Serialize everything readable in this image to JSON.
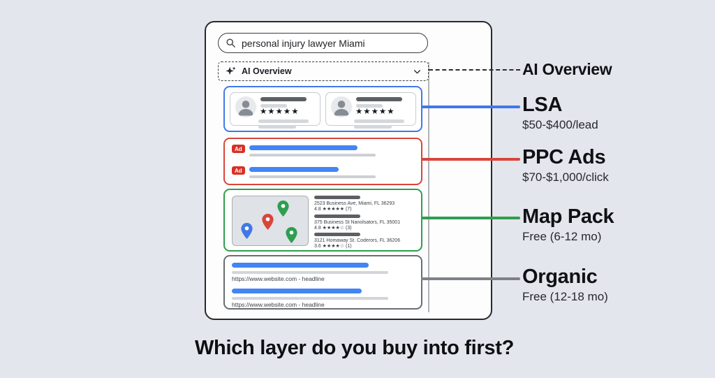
{
  "colors": {
    "background": "#e4e6ed",
    "card_border": "#27292c",
    "lsa_blue": "#4178e8",
    "ppc_red": "#d8453c",
    "map_green": "#2f9e4f",
    "organic_gray": "#6a6d71",
    "link_blue": "#4285f4",
    "ad_badge_red": "#d93025",
    "pin_green": "#34a853",
    "pin_red": "#ea4335",
    "pin_blue": "#4285f4"
  },
  "serp": {
    "search": {
      "query": "personal injury lawyer Miami"
    },
    "ai_overview": {
      "label": "AI Overview"
    },
    "lsa": {
      "cards": [
        {
          "stars": "★★★★★"
        },
        {
          "stars": "★★★★★"
        }
      ]
    },
    "ppc": {
      "ads": [
        {
          "badge": "Ad"
        },
        {
          "badge": "Ad"
        }
      ]
    },
    "map_pack": {
      "listings": [
        {
          "address": "2523 Business Ave, Miami, FL 36293",
          "rating": "4.8 ★★★★★ (7)"
        },
        {
          "address": "375 Business St Nanolsators, FL 35001",
          "rating": "4.8 ★★★★☆ (3)"
        },
        {
          "address": "3121 Homaway St. Coderors, FL 36206",
          "rating": "3.6 ★★★★☆ (1)"
        }
      ]
    },
    "organic": {
      "results": [
        {
          "url": "https://www.website.com - headline"
        },
        {
          "url": "https://www.website.com - headline"
        }
      ]
    }
  },
  "labels": {
    "ai": {
      "title": "AI Overview"
    },
    "lsa": {
      "title": "LSA",
      "sub": "$50-$400/lead"
    },
    "ppc": {
      "title": "PPC Ads",
      "sub": "$70-$1,000/click"
    },
    "map": {
      "title": "Map Pack",
      "sub": "Free (6-12 mo)"
    },
    "organic": {
      "title": "Organic",
      "sub": "Free (12-18 mo)"
    }
  },
  "headline": "Which layer do you buy into first?"
}
